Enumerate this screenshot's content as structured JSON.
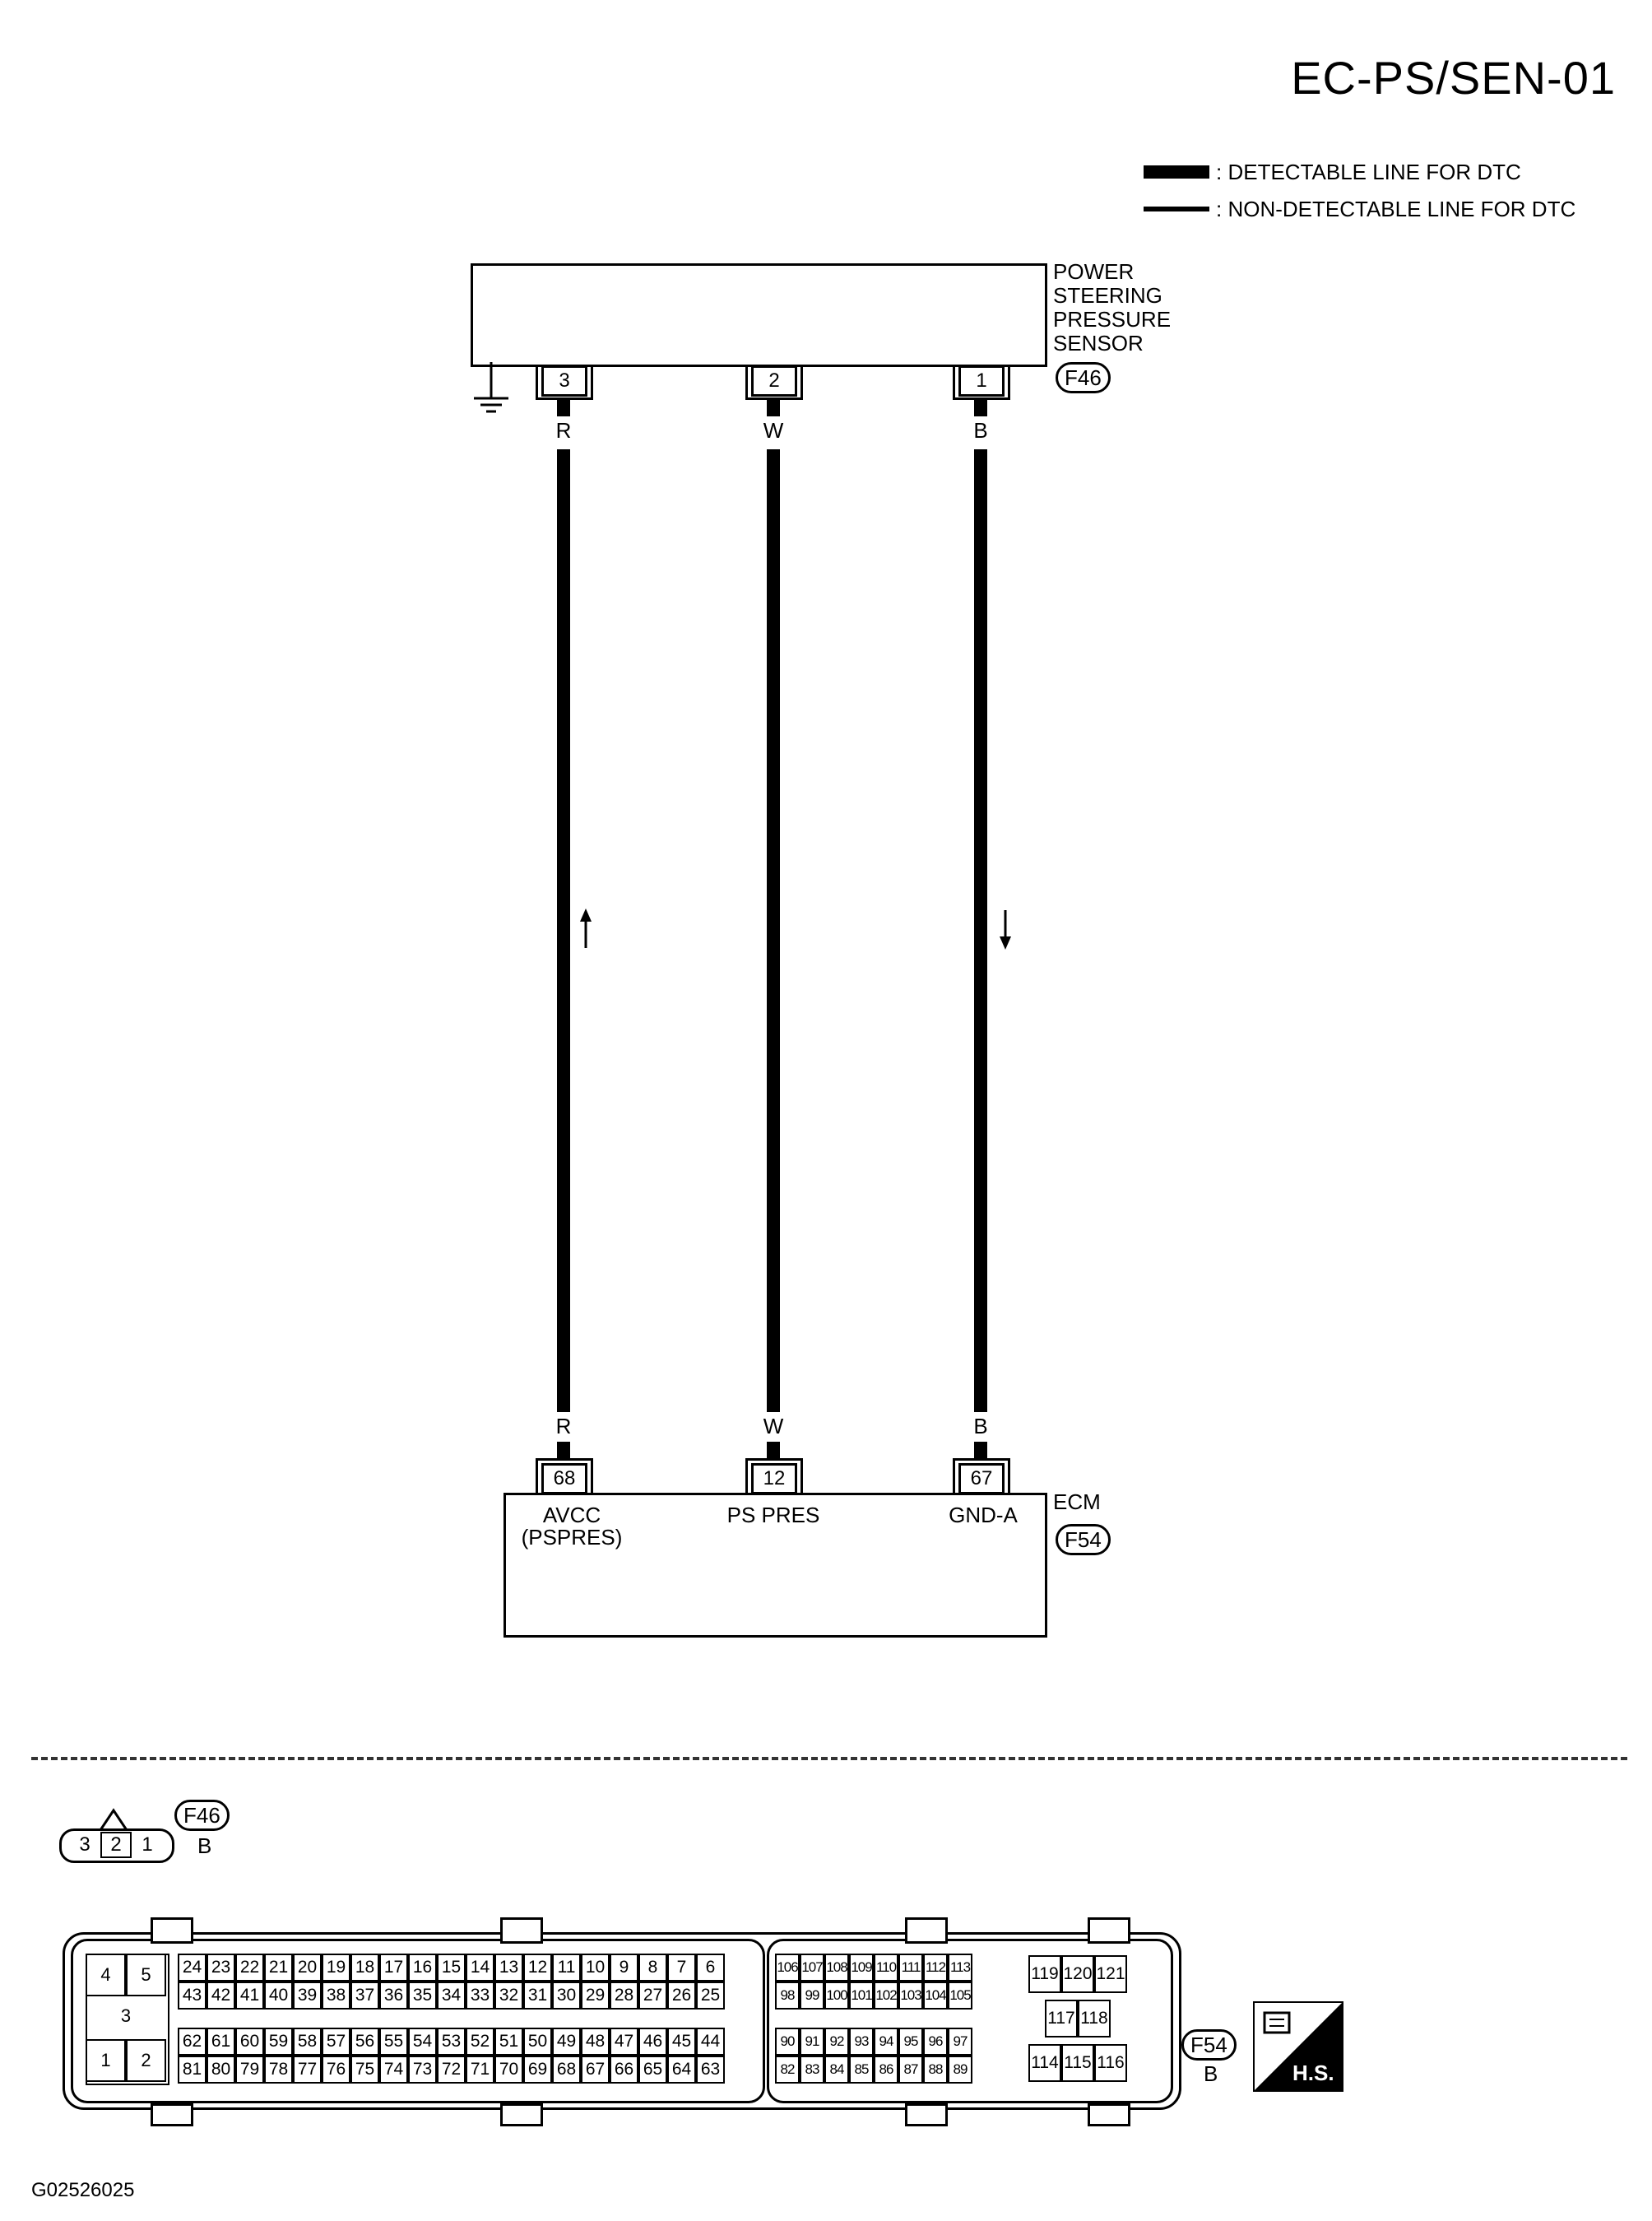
{
  "page": {
    "title": "EC-PS/SEN-01",
    "figure_id": "G02526025"
  },
  "legend": {
    "detectable": ": DETECTABLE LINE FOR DTC",
    "non_detectable": ": NON-DETECTABLE LINE FOR DTC"
  },
  "sensor": {
    "name_lines": [
      "POWER",
      "STEERING",
      "PRESSURE",
      "SENSOR"
    ],
    "connector": "F46",
    "pins": [
      "3",
      "2",
      "1"
    ]
  },
  "wires": [
    {
      "color": "R",
      "from_pin": "3",
      "to_pin": "68",
      "signal": "AVCC",
      "signal2": "(PSPRES)",
      "arrow": "up"
    },
    {
      "color": "W",
      "from_pin": "2",
      "to_pin": "12",
      "signal": "PS PRES",
      "signal2": "",
      "arrow": ""
    },
    {
      "color": "B",
      "from_pin": "1",
      "to_pin": "67",
      "signal": "GND-A",
      "signal2": "",
      "arrow": "down"
    }
  ],
  "ecm": {
    "name": "ECM",
    "connector": "F54"
  },
  "connector_views": {
    "f46": {
      "id": "F46",
      "color": "B",
      "pins": [
        "3",
        "2",
        "1"
      ]
    },
    "f54": {
      "id": "F54",
      "color": "B",
      "left_block": [
        "4",
        "5",
        "3",
        "1",
        "2"
      ],
      "main_rows": [
        [
          "24",
          "23",
          "22",
          "21",
          "20",
          "19",
          "18",
          "17",
          "16",
          "15",
          "14",
          "13",
          "12",
          "11",
          "10",
          "9",
          "8",
          "7",
          "6"
        ],
        [
          "43",
          "42",
          "41",
          "40",
          "39",
          "38",
          "37",
          "36",
          "35",
          "34",
          "33",
          "32",
          "31",
          "30",
          "29",
          "28",
          "27",
          "26",
          "25"
        ],
        [
          "62",
          "61",
          "60",
          "59",
          "58",
          "57",
          "56",
          "55",
          "54",
          "53",
          "52",
          "51",
          "50",
          "49",
          "48",
          "47",
          "46",
          "45",
          "44"
        ],
        [
          "81",
          "80",
          "79",
          "78",
          "77",
          "76",
          "75",
          "74",
          "73",
          "72",
          "71",
          "70",
          "69",
          "68",
          "67",
          "66",
          "65",
          "64",
          "63"
        ]
      ],
      "mid_rows": [
        [
          "106",
          "107",
          "108",
          "109",
          "110",
          "111",
          "112",
          "113"
        ],
        [
          "98",
          "99",
          "100",
          "101",
          "102",
          "103",
          "104",
          "105"
        ],
        [
          "90",
          "91",
          "92",
          "93",
          "94",
          "95",
          "96",
          "97"
        ],
        [
          "82",
          "83",
          "84",
          "85",
          "86",
          "87",
          "88",
          "89"
        ]
      ],
      "right_rows": [
        [
          "119",
          "120",
          "121"
        ],
        [
          "117",
          "118"
        ],
        [
          "114",
          "115",
          "116"
        ]
      ]
    },
    "hs_label": "H.S."
  }
}
